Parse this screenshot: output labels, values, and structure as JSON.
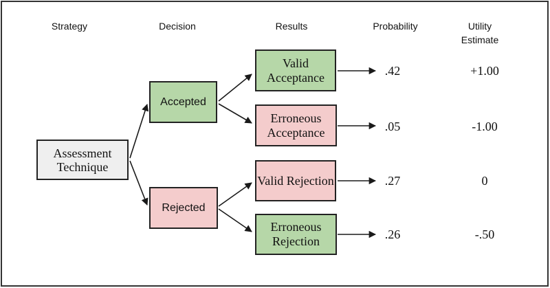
{
  "colors": {
    "green": "#b6d7a8",
    "pink": "#f4cccc",
    "gray": "#efefef",
    "line": "#1a1a1a",
    "background": "#ffffff"
  },
  "headers": {
    "strategy": "Strategy",
    "decision": "Decision",
    "results": "Results",
    "probability": "Probability",
    "utility": "Utility\nEstimate"
  },
  "root": {
    "label": "Assessment Technique",
    "tone": "gray"
  },
  "decisions": [
    {
      "label": "Accepted",
      "tone": "green"
    },
    {
      "label": "Rejected",
      "tone": "pink"
    }
  ],
  "results": [
    {
      "label": "Valid Acceptance",
      "tone": "green",
      "probability": ".42",
      "utility": "+1.00"
    },
    {
      "label": "Erroneous Acceptance",
      "tone": "pink",
      "probability": ".05",
      "utility": "-1.00"
    },
    {
      "label": "Valid Rejection",
      "tone": "pink",
      "probability": ".27",
      "utility": "0"
    },
    {
      "label": "Erroneous Rejection",
      "tone": "green",
      "probability": ".26",
      "utility": "-.50"
    }
  ]
}
